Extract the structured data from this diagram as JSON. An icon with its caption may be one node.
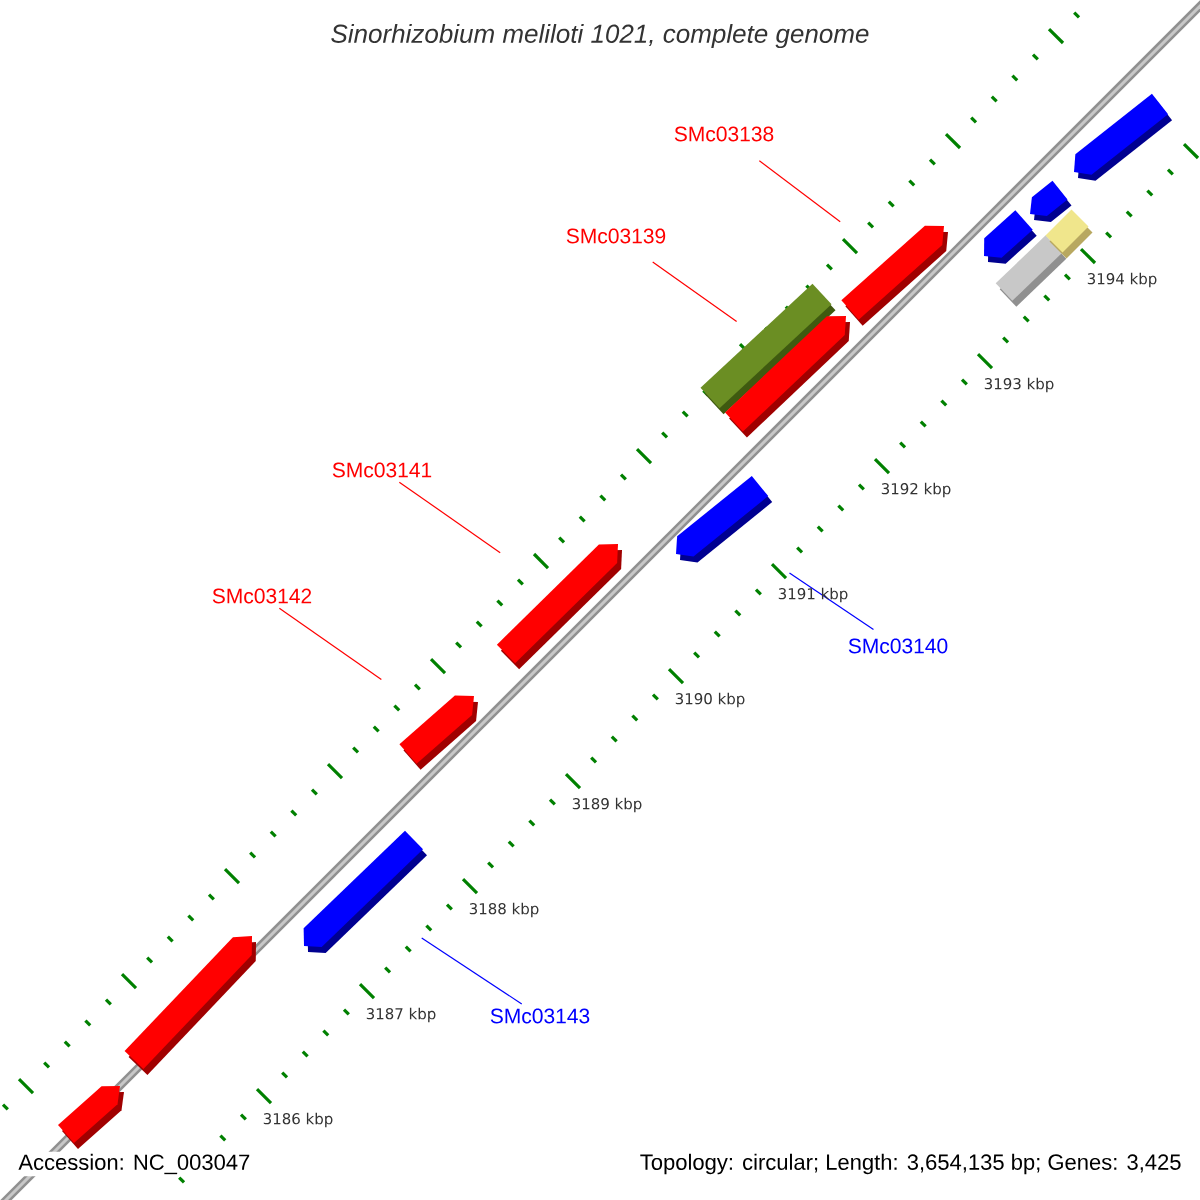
{
  "diagram": {
    "title": "Sinorhizobium meliloti 1021, complete genome",
    "nodes": [
      {
        "text": [
          "SMc03138"
        ]
      },
      {
        "text": [],
        "shape": "arrow"
      },
      {
        "text": [
          "SMc03139"
        ]
      },
      {
        "text": [],
        "shape": "bar"
      },
      {
        "text": [
          "SMc03141"
        ]
      },
      {
        "text": [],
        "shape": "arrow"
      },
      {
        "text": [
          "SMc03142"
        ]
      },
      {
        "text": [],
        "shape": "arrow"
      },
      {
        "text": [
          "SMc03140"
        ]
      },
      {
        "text": [],
        "shape": "arrow"
      },
      {
        "text": [
          "SMc03143"
        ]
      },
      {
        "text": [],
        "shape": "arrow"
      },
      {
        "text": [],
        "shape": "arrow"
      },
      {
        "text": [],
        "shape": "arrow"
      },
      {
        "text": [],
        "shape": "arrow"
      },
      {
        "text": [],
        "shape": "arrow"
      },
      {
        "text": [],
        "shape": "arrow"
      },
      {
        "text": [],
        "shape": "arrow"
      },
      {
        "text": [],
        "shape": "bar"
      },
      {
        "text": [],
        "shape": "bar"
      }
    ],
    "edges": [
      {
        "from": 0,
        "to": 1,
        "arrow": "none"
      },
      {
        "from": 2,
        "to": 3,
        "arrow": "none"
      },
      {
        "from": 4,
        "to": 5,
        "arrow": "none"
      },
      {
        "from": 6,
        "to": 7,
        "arrow": "none"
      },
      {
        "from": 8,
        "to": 9,
        "arrow": "none",
        "color": "#0000ff"
      },
      {
        "from": 10,
        "to": 11,
        "arrow": "none",
        "color": "#0000ff"
      }
    ],
    "labels": [
      "3194 kbp",
      "3193 kbp",
      "3192 kbp",
      "3191 kbp",
      "3190 kbp",
      "3189 kbp",
      "3188 kbp",
      "3187 kbp",
      "3186 kbp",
      "Accession: NC_003047",
      "Topology: circular; Length: 3,654,135 bp; Genes: 3,425"
    ]
  }
}
